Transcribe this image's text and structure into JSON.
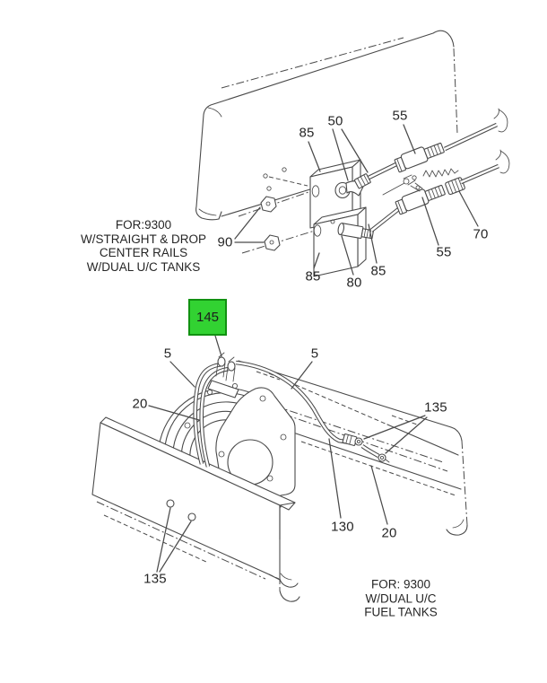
{
  "art": {
    "line_color": "#4a4a4a",
    "label_color": "#262626",
    "background": "#ffffff"
  },
  "top_diagram": {
    "description": "frame-rail mounted fuel valve block assembly",
    "caption_lines": [
      "FOR:9300",
      "W/STRAIGHT & DROP",
      "CENTER RAILS",
      "W/DUAL U/C TANKS"
    ],
    "callouts": [
      {
        "id": "85-upper",
        "text": "85"
      },
      {
        "id": "50",
        "text": "50"
      },
      {
        "id": "55-upper",
        "text": "55"
      },
      {
        "id": "55-lower",
        "text": "55"
      },
      {
        "id": "70",
        "text": "70"
      },
      {
        "id": "80",
        "text": "80"
      },
      {
        "id": "85-lower-left",
        "text": "85"
      },
      {
        "id": "85-lower-right",
        "text": "85"
      },
      {
        "id": "90",
        "text": "90"
      }
    ]
  },
  "bottom_diagram": {
    "description": "fuel tank with crossover hoses on bracket",
    "caption_lines": [
      "FOR: 9300",
      "W/DUAL U/C",
      "FUEL TANKS"
    ],
    "highlighted_callout": {
      "text": "145",
      "fill": "#32d232",
      "border": "#119111"
    },
    "callouts": [
      {
        "id": "5-left",
        "text": "5"
      },
      {
        "id": "5-right",
        "text": "5"
      },
      {
        "id": "20-left",
        "text": "20"
      },
      {
        "id": "20-right",
        "text": "20"
      },
      {
        "id": "130",
        "text": "130"
      },
      {
        "id": "135-lower",
        "text": "135"
      },
      {
        "id": "135-right",
        "text": "135"
      }
    ]
  }
}
